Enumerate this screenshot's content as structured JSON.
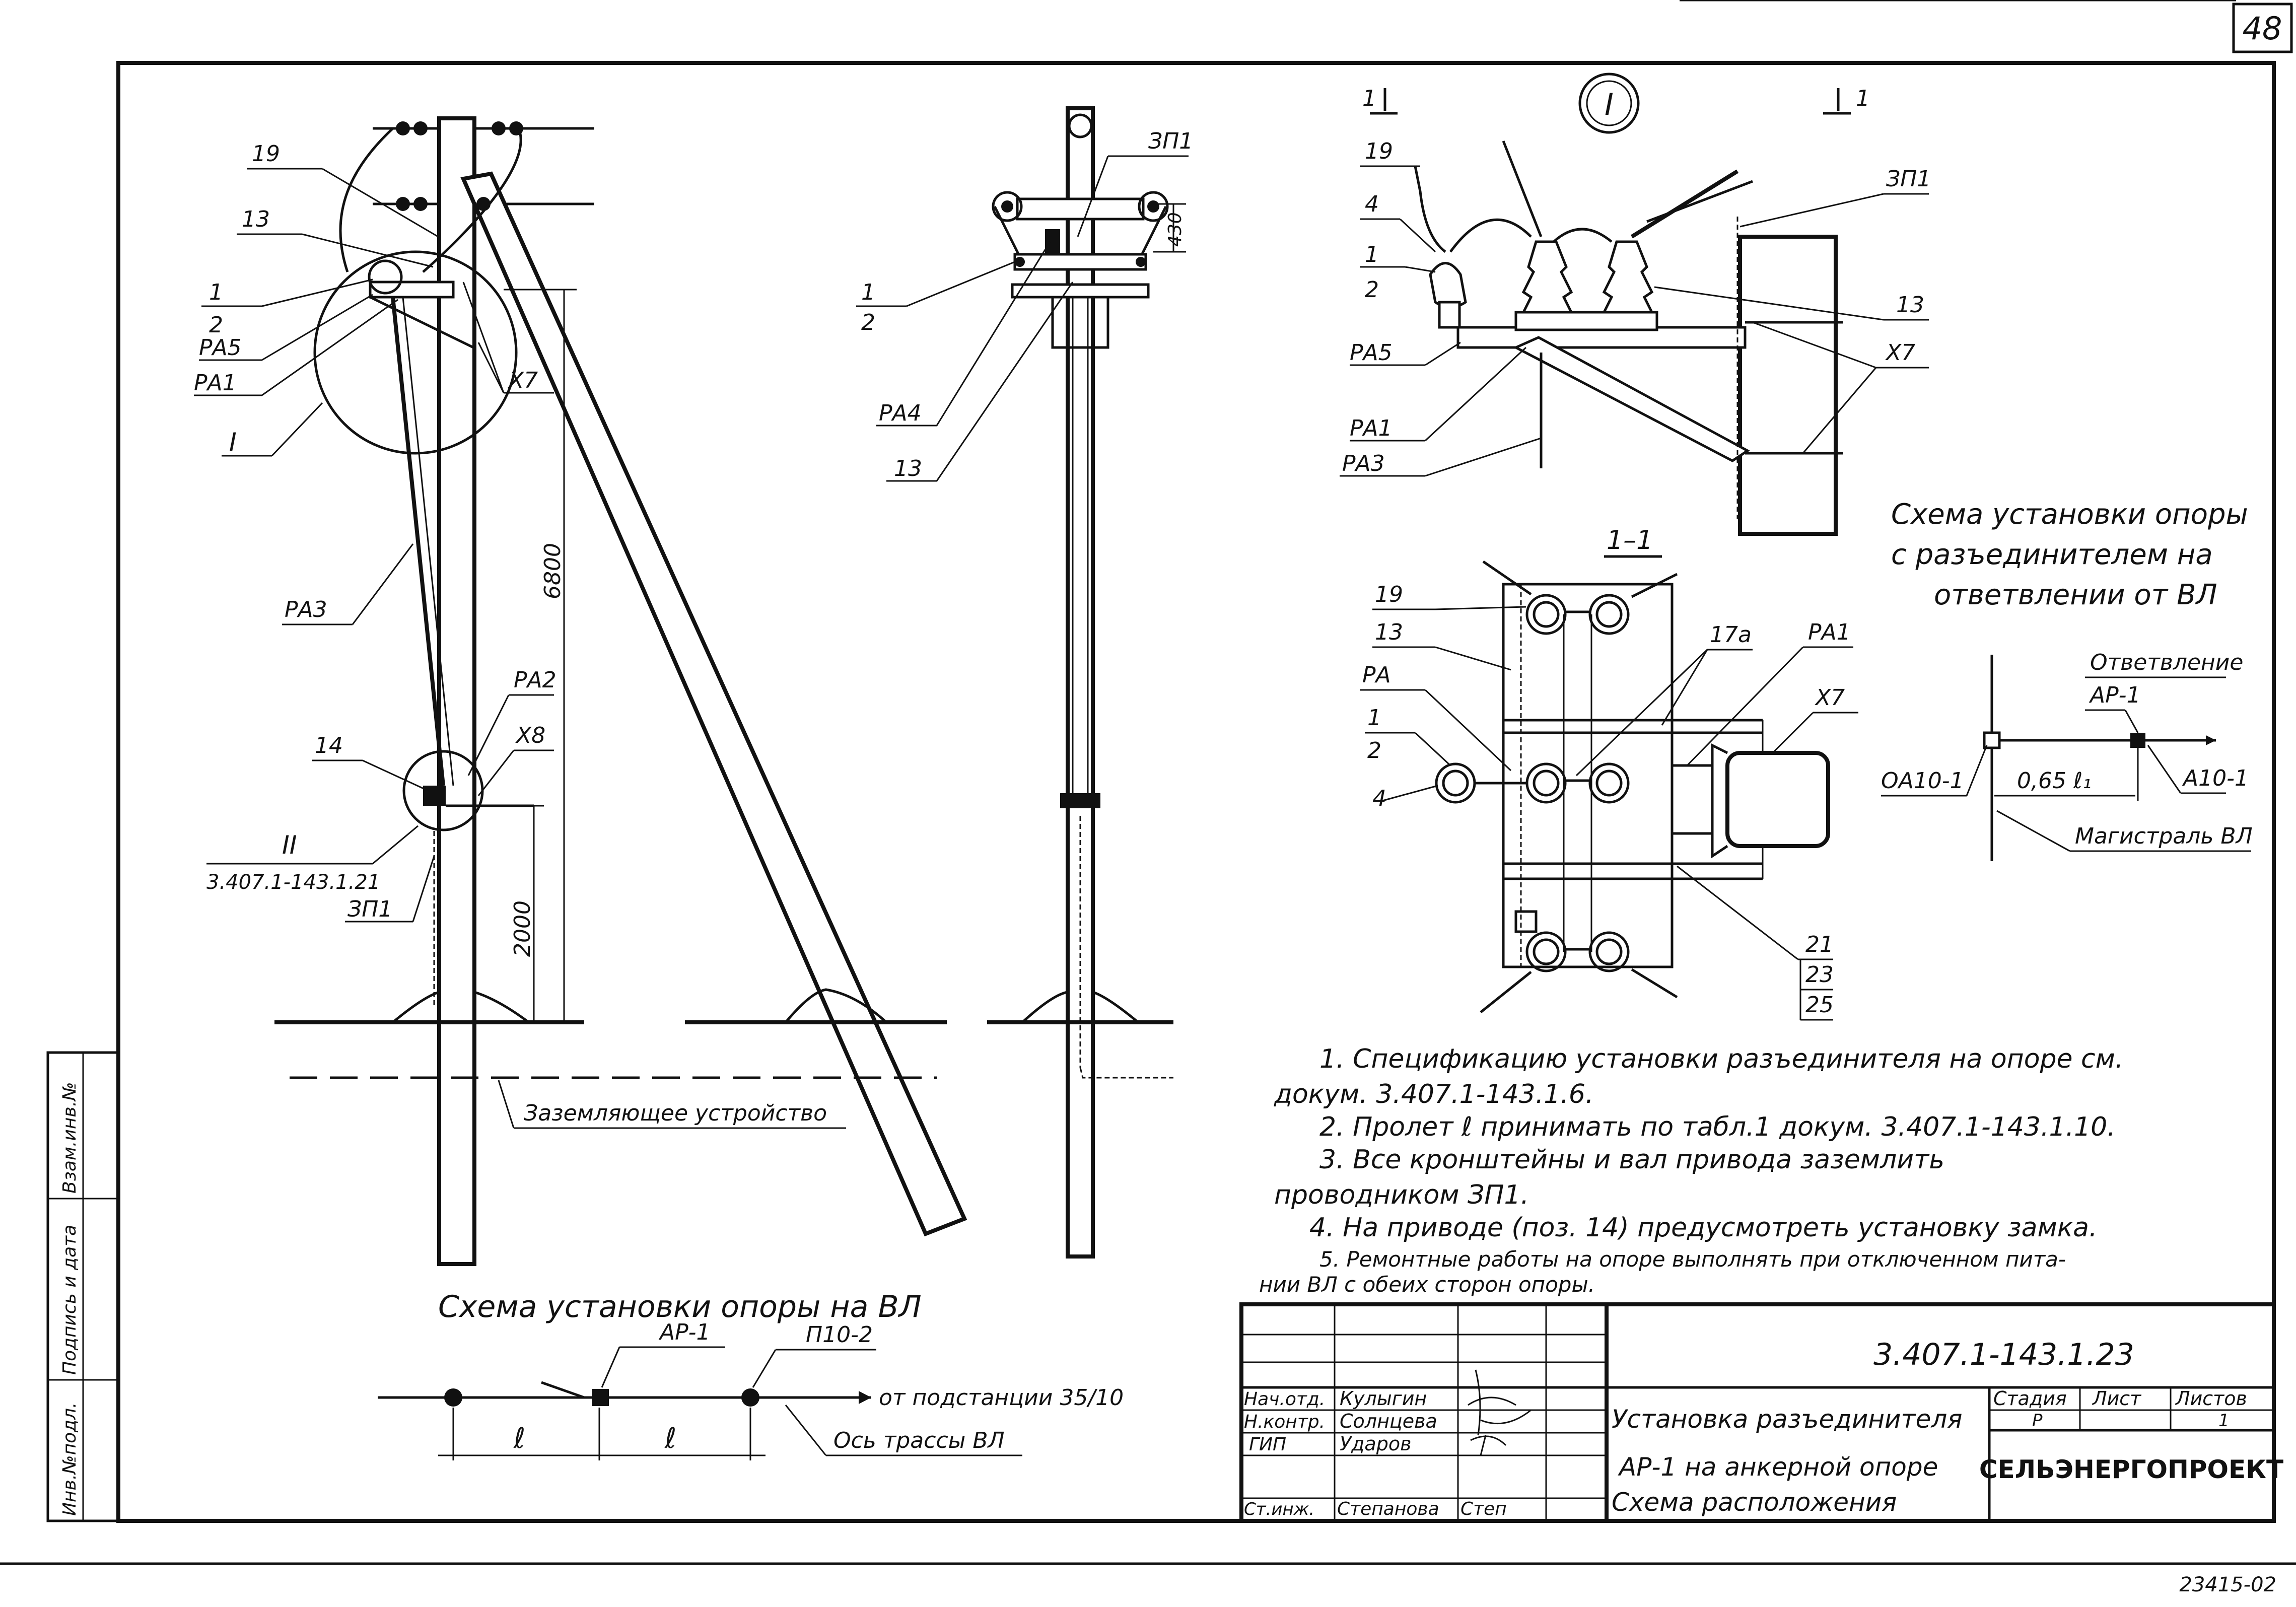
{
  "sheet": {
    "number": "48",
    "inventory": "23415-02",
    "side_stamp": [
      "Инв.№подл.",
      "Подпись и дата",
      "Взам.инв.№"
    ]
  },
  "left_view": {
    "labels": [
      "19",
      "13",
      "1",
      "2",
      "РА5",
      "РА1",
      "I",
      "Х7",
      "РА3",
      "14",
      "РА2",
      "Х8",
      "II",
      "3.407.1-143.1.21",
      "ЗП1"
    ],
    "dim_height": "6800",
    "dim_low": "2000",
    "ground": "Заземляющее устройство"
  },
  "middle_view": {
    "labels": [
      "ЗП1",
      "1",
      "2",
      "РА4",
      "13"
    ],
    "dim": "430"
  },
  "detail_I": {
    "marker": "I",
    "section": "1",
    "labels": [
      "19",
      "4",
      "1",
      "2",
      "РА5",
      "РА1",
      "РА3",
      "ЗП1",
      "13",
      "Х7"
    ]
  },
  "section_11": {
    "title": "1–1",
    "labels": [
      "19",
      "13",
      "РА",
      "1",
      "2",
      "4",
      "17а",
      "РА1",
      "Х7",
      "21",
      "23",
      "25"
    ]
  },
  "branch_scheme": {
    "title": [
      "Схема установки опоры",
      "с разъединителем на",
      "ответвлении от ВЛ"
    ],
    "branch": "Ответвление",
    "ar": "АР-1",
    "oa": "ОА10-1",
    "dist": "0,65 ℓ₁",
    "a10": "А10-1",
    "main": "Магистраль ВЛ"
  },
  "line_scheme": {
    "title": "Схема установки опоры на ВЛ",
    "ar": "АР-1",
    "p10": "П10-2",
    "from": "от подстанции 35/10",
    "axis": "Ось трассы ВЛ",
    "l1": "ℓ",
    "l2": "ℓ"
  },
  "notes": [
    "1. Спецификацию установки разъединителя на опоре см.",
    "докум. 3.407.1-143.1.6.",
    "2. Пролет ℓ принимать по табл.1 докум. 3.407.1-143.1.10.",
    "3. Все кронштейны и вал привода заземлить",
    "проводником ЗП1.",
    "4. На приводе (поз. 14) предусмотреть установку замка.",
    "5. Ремонтные работы на опоре выполнять при отключенном пита-",
    "нии ВЛ с обеих сторон опоры."
  ],
  "title_block": {
    "code": "3.407.1-143.1.23",
    "rows": [
      {
        "role": "Нач.отд.",
        "name": "Кулыгин"
      },
      {
        "role": "Н.контр.",
        "name": "Солнцева"
      },
      {
        "role": "ГИП",
        "name": "Ударов"
      },
      {
        "role": "Ст.инж.",
        "name": "Степанова",
        "sign": "Степ"
      }
    ],
    "title_lines": [
      "Установка разъединителя",
      "АР-1 на анкерной опоре",
      "Схема расположения"
    ],
    "stage_h": "Стадия",
    "sheet_h": "Лист",
    "sheets_h": "Листов",
    "stage": "Р",
    "sheets": "1",
    "org": "СЕЛЬЭНЕРГОПРОЕКТ"
  }
}
